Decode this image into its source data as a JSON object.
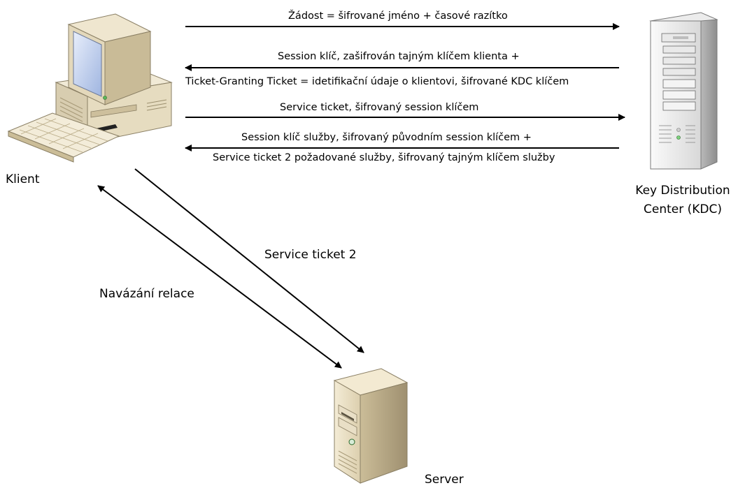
{
  "nodes": {
    "client": {
      "label": "Klient"
    },
    "kdc": {
      "label_line1": "Key Distribution",
      "label_line2": "Center (KDC)"
    },
    "server": {
      "label": "Server"
    }
  },
  "messages": {
    "m1": "Žádost = šifrované jméno + časové razítko",
    "m2_line1": "Session klíč, zašifrován tajným klíčem klienta +",
    "m2_line2": "Ticket-Granting Ticket = idetifikační údaje o klientovi, šifrované KDC klíčem",
    "m3": "Service ticket, šifrovaný session klíčem",
    "m4_line1": "Session klíč služby, šifrovaný původním session klíčem +",
    "m4_line2": "Service ticket 2 požadované služby, šifrovaný tajným klíčem služby",
    "m5": "Service ticket 2",
    "m6": "Navázání relace"
  },
  "colors": {
    "arrow": "#000000",
    "beige_light": "#efe6cf",
    "beige_mid": "#d9cba8",
    "beige_dark": "#a89a78",
    "server_grey_light": "#f2f2f2",
    "server_grey_mid": "#d6d6d6",
    "server_grey_dark": "#8c8c8c",
    "screen_blue": "#c6d4f0",
    "led_green": "#5ab85a"
  }
}
